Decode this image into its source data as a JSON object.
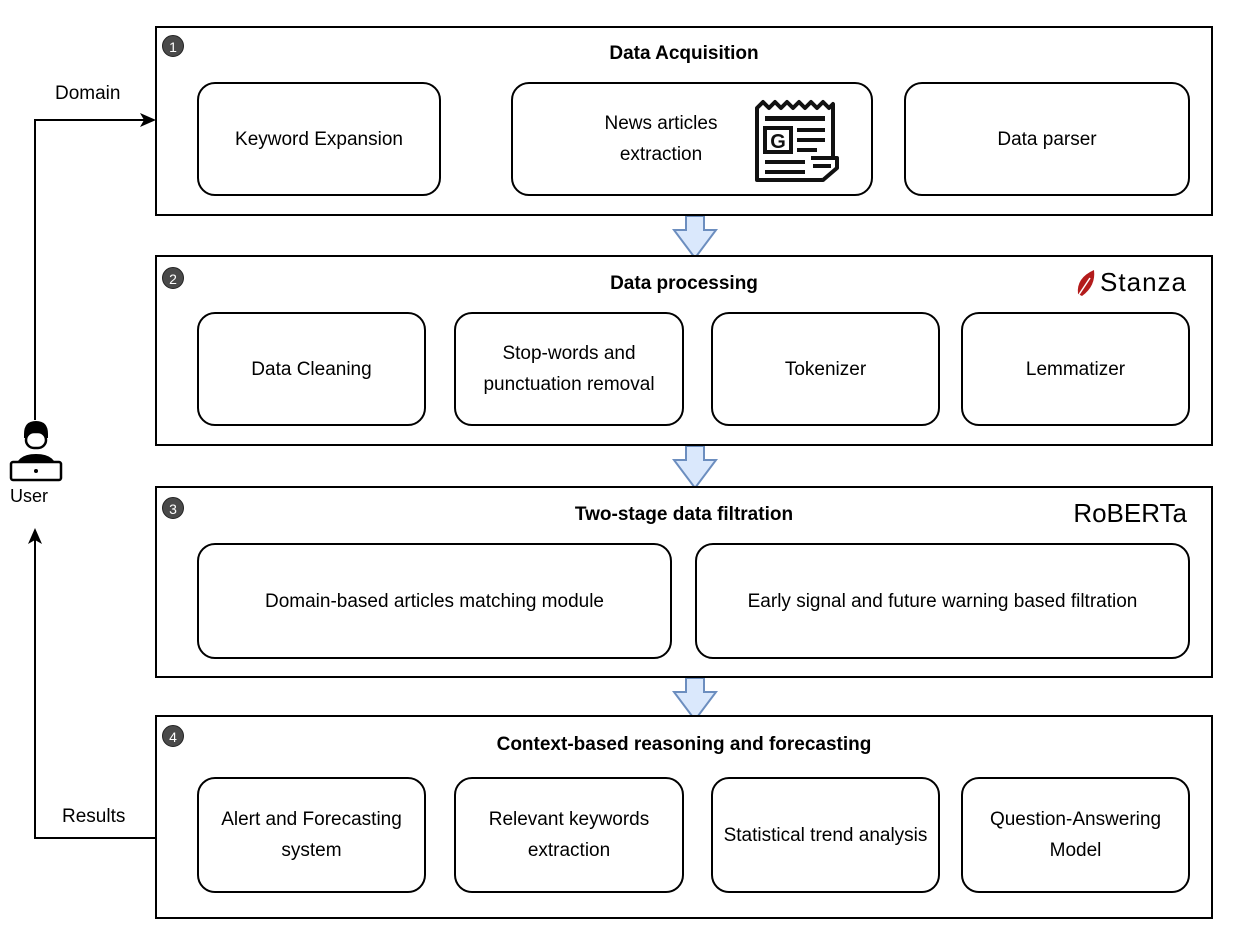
{
  "side": {
    "domain_label": "Domain",
    "results_label": "Results",
    "user_label": "User"
  },
  "stages": [
    {
      "number": "1",
      "title": "Data Acquisition",
      "boxes": [
        "Keyword Expansion",
        "News articles extraction",
        "Data parser"
      ]
    },
    {
      "number": "2",
      "title": "Data processing",
      "brand": "Stanza",
      "boxes": [
        "Data Cleaning",
        "Stop-words and punctuation removal",
        "Tokenizer",
        "Lemmatizer"
      ]
    },
    {
      "number": "3",
      "title": "Two-stage data filtration",
      "brand": "RoBERTa",
      "boxes": [
        "Domain-based articles matching module",
        "Early signal and future warning based filtration"
      ]
    },
    {
      "number": "4",
      "title": "Context-based reasoning and forecasting",
      "boxes": [
        "Alert and Forecasting system",
        "Relevant keywords extraction",
        "Statistical trend analysis",
        "Question-Answering Model"
      ]
    }
  ],
  "colors": {
    "down_arrow_fill": "#dae8fc",
    "down_arrow_stroke": "#6c8ebf",
    "stanza_feather": "#b31b1b",
    "badge": "#4a4a4a"
  },
  "icons": {
    "newspaper": "newspaper-icon",
    "user": "user-laptop-icon"
  }
}
